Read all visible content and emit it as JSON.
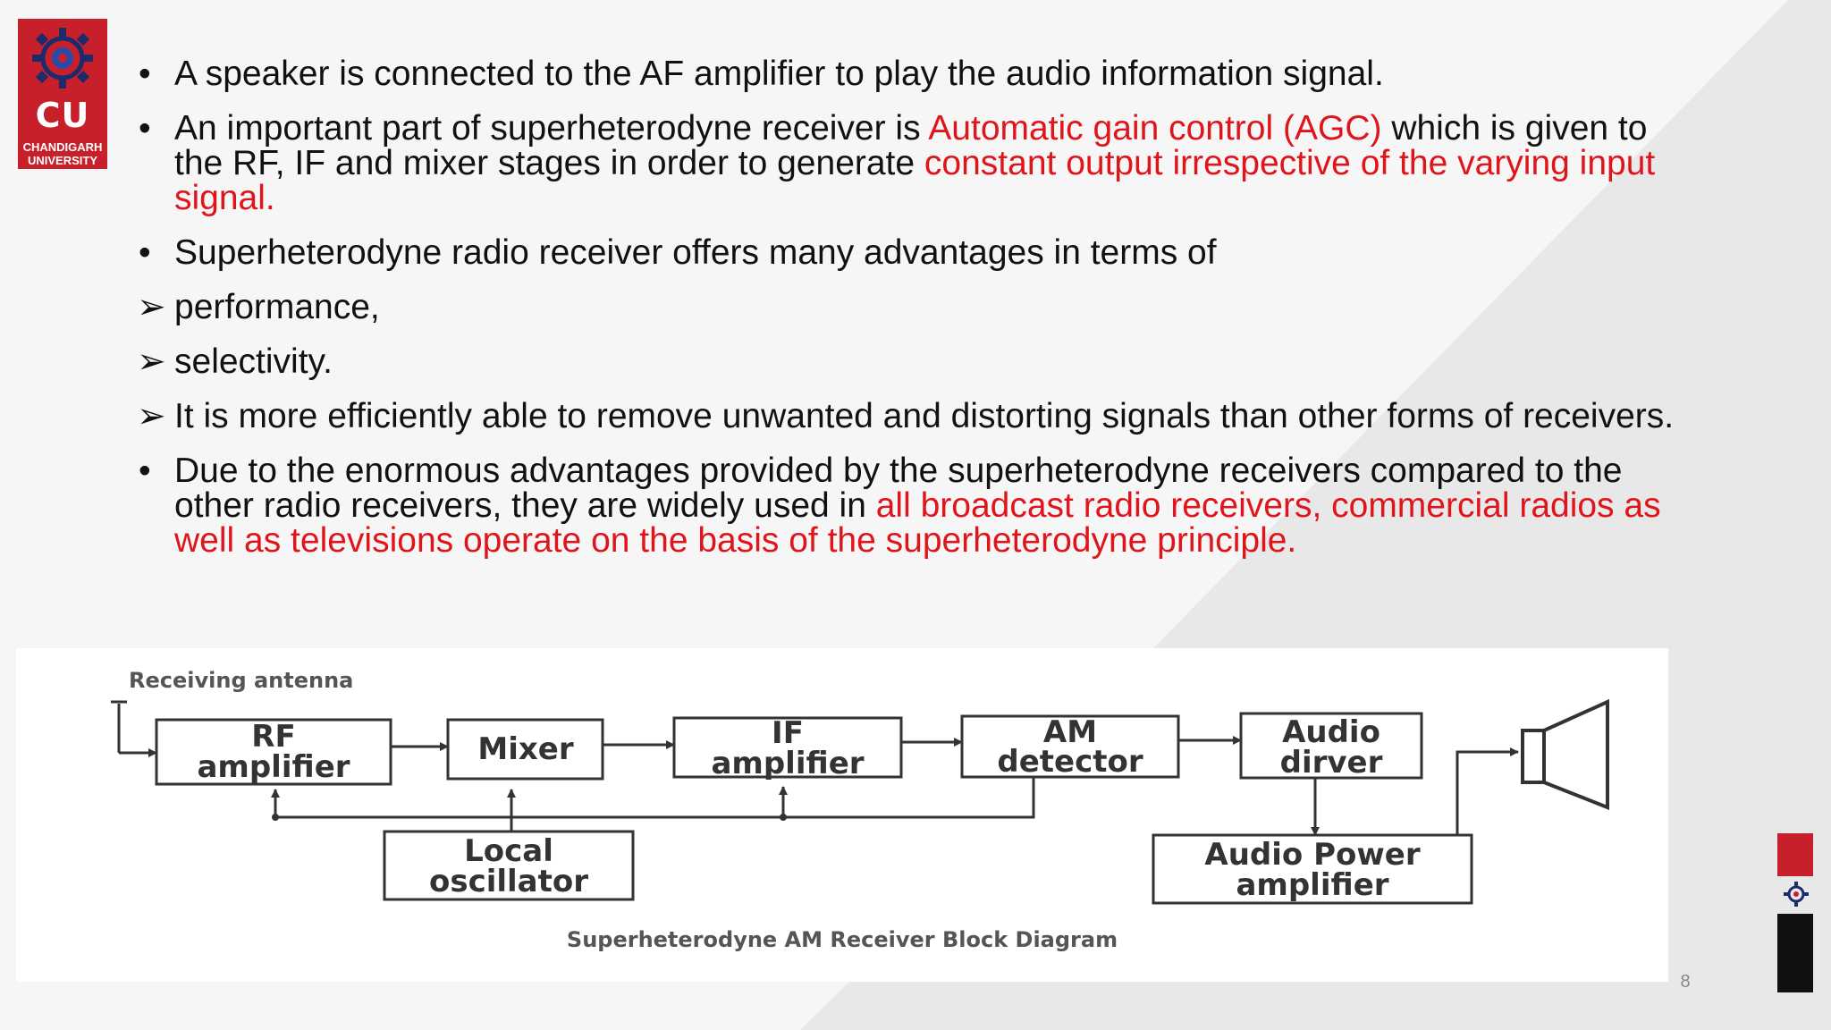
{
  "logo": {
    "abbr": "CU",
    "name_line1": "CHANDIGARH",
    "name_line2": "UNIVERSITY"
  },
  "bullets": {
    "item1": "A speaker is connected to the AF amplifier to play the audio information signal.",
    "item2_a": "An important part of superheterodyne receiver is ",
    "item2_b": "Automatic gain control (AGC)",
    "item2_c": " which is given to the RF, IF and mixer stages in order to generate ",
    "item2_d": "constant output irrespective of the varying input signal.",
    "item3": "Superheterodyne radio receiver offers many advantages in terms of",
    "sub1": "performance,",
    "sub2": "selectivity.",
    "sub3": "It is more efficiently able to remove unwanted and distorting signals than other forms of receivers.",
    "item4_a": "Due to the enormous advantages provided by the superheterodyne receivers compared to the other radio receivers, they are widely used in ",
    "item4_b": "all broadcast radio receivers, commercial radios as well as televisions operate on the basis of the superheterodyne principle."
  },
  "diagram": {
    "antenna_label": "Receiving antenna",
    "rf_line1": "RF",
    "rf_line2": "amplifier",
    "mixer": "Mixer",
    "if_line1": "IF",
    "if_line2": "amplifier",
    "am_line1": "AM",
    "am_line2": "detector",
    "audio_line1": "Audio",
    "audio_line2": "dirver",
    "local_line1": "Local",
    "local_line2": "oscillator",
    "power_line1": "Audio Power",
    "power_line2": "amplifier",
    "caption": "Superheterodyne AM Receiver Block Diagram"
  },
  "page_number": "8",
  "colors": {
    "accent_red": "#e0151c",
    "brand_red": "#c8202a"
  }
}
